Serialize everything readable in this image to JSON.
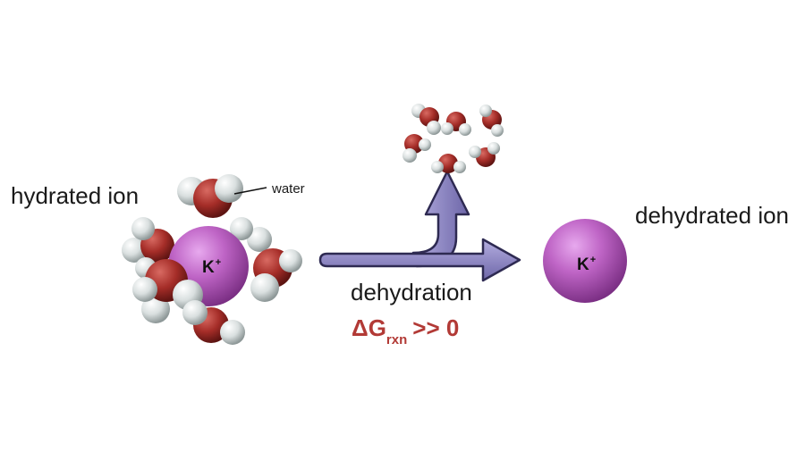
{
  "labels": {
    "hydrated_ion": "hydrated ion",
    "dehydrated_ion": "dehydrated ion",
    "water": "water",
    "process": "dehydration"
  },
  "ion": {
    "symbol": "K",
    "charge": "+"
  },
  "energy": {
    "symbol": "ΔG",
    "subscript": "rxn",
    "relation": ">> 0"
  },
  "colors": {
    "ion": "#b35db8",
    "oxygen": "#a8302c",
    "hydrogen": "#dde3e3",
    "arrow_fill": "#8f87c2",
    "arrow_stroke": "#2e2a52",
    "energy_text": "#b23a36"
  }
}
